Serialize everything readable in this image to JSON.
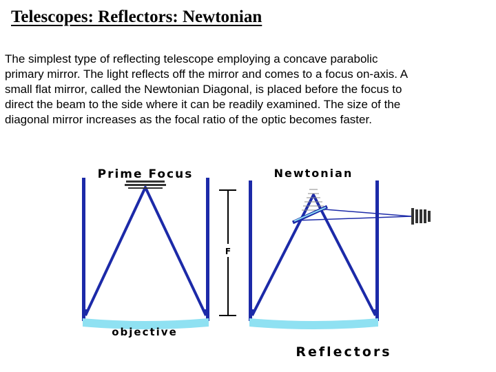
{
  "slide": {
    "title": "Telescopes: Reflectors: Newtonian",
    "body_lines": [
      "The simplest type of reflecting telescope employing a concave parabolic",
      "primary mirror. The light reflects off the mirror and comes to a focus on-axis. A",
      "small flat mirror, called the Newtonian Diagonal, is placed before the focus to",
      "direct the beam to the side where it can be readily examined.  The size of the",
      "diagonal mirror increases as the focal ratio of the optic becomes faster."
    ]
  },
  "diagram": {
    "prime_focus_label": "Prime Focus",
    "newtonian_label": "Newtonian",
    "focal_length_label": "F",
    "objective_label": "objective",
    "reflectors_label": "Reflectors",
    "colors": {
      "tube": "#1c2aa8",
      "mirror": "#8fe1f2",
      "marker": "#000000"
    }
  }
}
